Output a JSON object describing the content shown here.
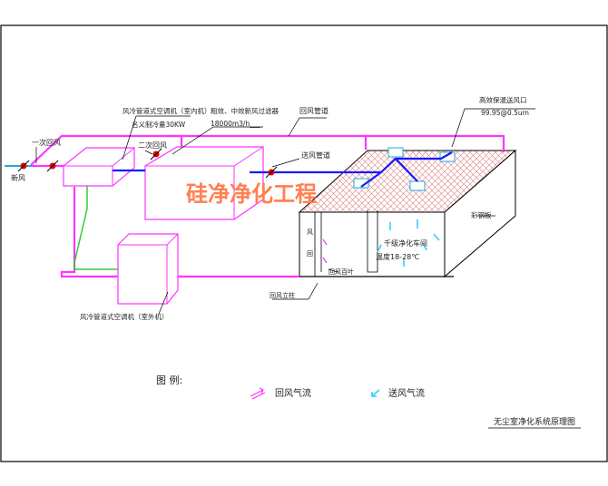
{
  "labels": {
    "fresh_air": "新风",
    "primary_return": "一次回风",
    "secondary_return": "二次回风",
    "indoor_unit_line1": "风冷管道式空调机（室内机）",
    "indoor_unit_line2": "名义制冷量30KW",
    "filter_line1": "粗效、中效新风过滤器",
    "filter_line2": "18000m3/h___",
    "return_duct": "回风管道",
    "supply_duct": "送风管道",
    "hepa_outlet_line1": "高效保温送风口",
    "hepa_outlet_line2": "99.95@0.5um",
    "color_steel_plate": "彩钢板",
    "room_line1": "千级净化车间",
    "room_line2": "温度18-28℃",
    "return_grille": "回风百叶",
    "return_column": "回风立柱",
    "outdoor_unit": "风冷管道式空调机（室外机）",
    "wall_note_1": "风",
    "wall_note_2": "回"
  },
  "watermark": "硅净净化工程",
  "legend": {
    "title": "图 例:",
    "return_flow": "回风气流",
    "supply_flow": "送风气流"
  },
  "drawing_title": "无尘室净化系统原理图",
  "colors": {
    "duct_magenta": "#ff33ff",
    "duct_blue": "#1a1aff",
    "pipe_green": "#33cc33",
    "valve_red": "#e60000",
    "fresh_cyan": "#22aadd",
    "watermark_orange": "#ff7f50",
    "airflow_cyan": "#33ccff",
    "hatch_red": "#e08080"
  }
}
